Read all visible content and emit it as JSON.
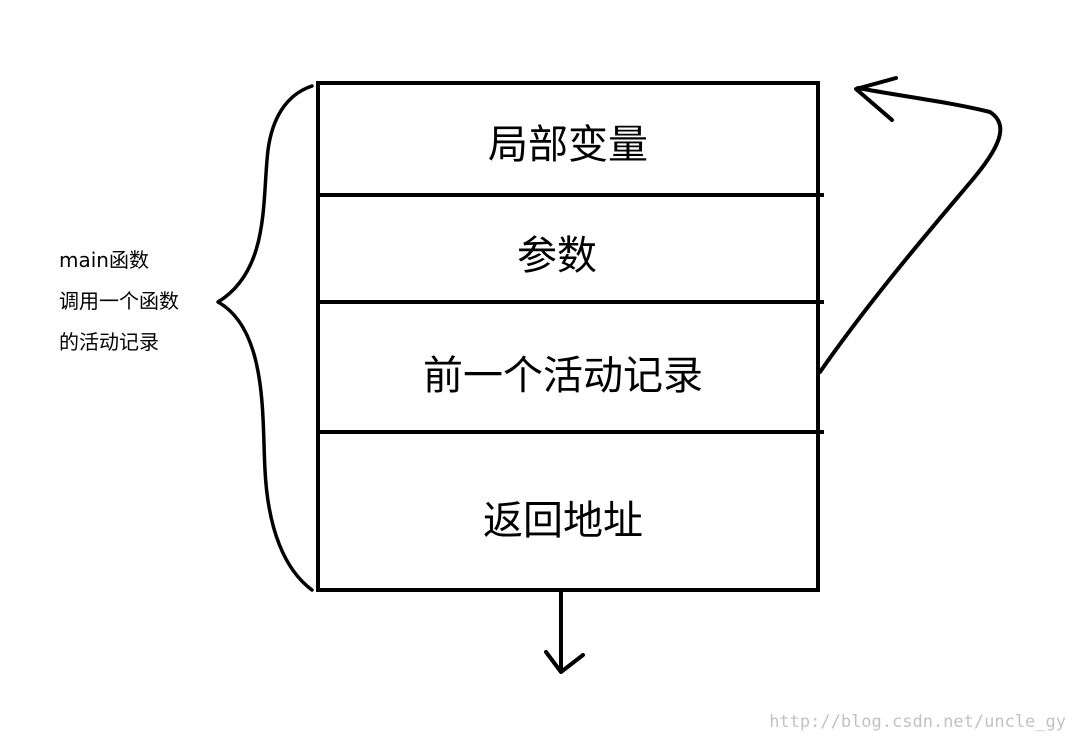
{
  "stack_frame": {
    "cells": [
      {
        "label": "局部变量"
      },
      {
        "label": "参数"
      },
      {
        "label": "前一个活动记录"
      },
      {
        "label": "返回地址"
      }
    ]
  },
  "brace_caption": {
    "line1": "main函数",
    "line2": "调用一个函数",
    "line3": "的活动记录"
  },
  "watermark": "http://blog.csdn.net/uncle_gy",
  "colors": {
    "ink": "#000000",
    "background": "#ffffff",
    "watermark": "#c2c2c2"
  }
}
